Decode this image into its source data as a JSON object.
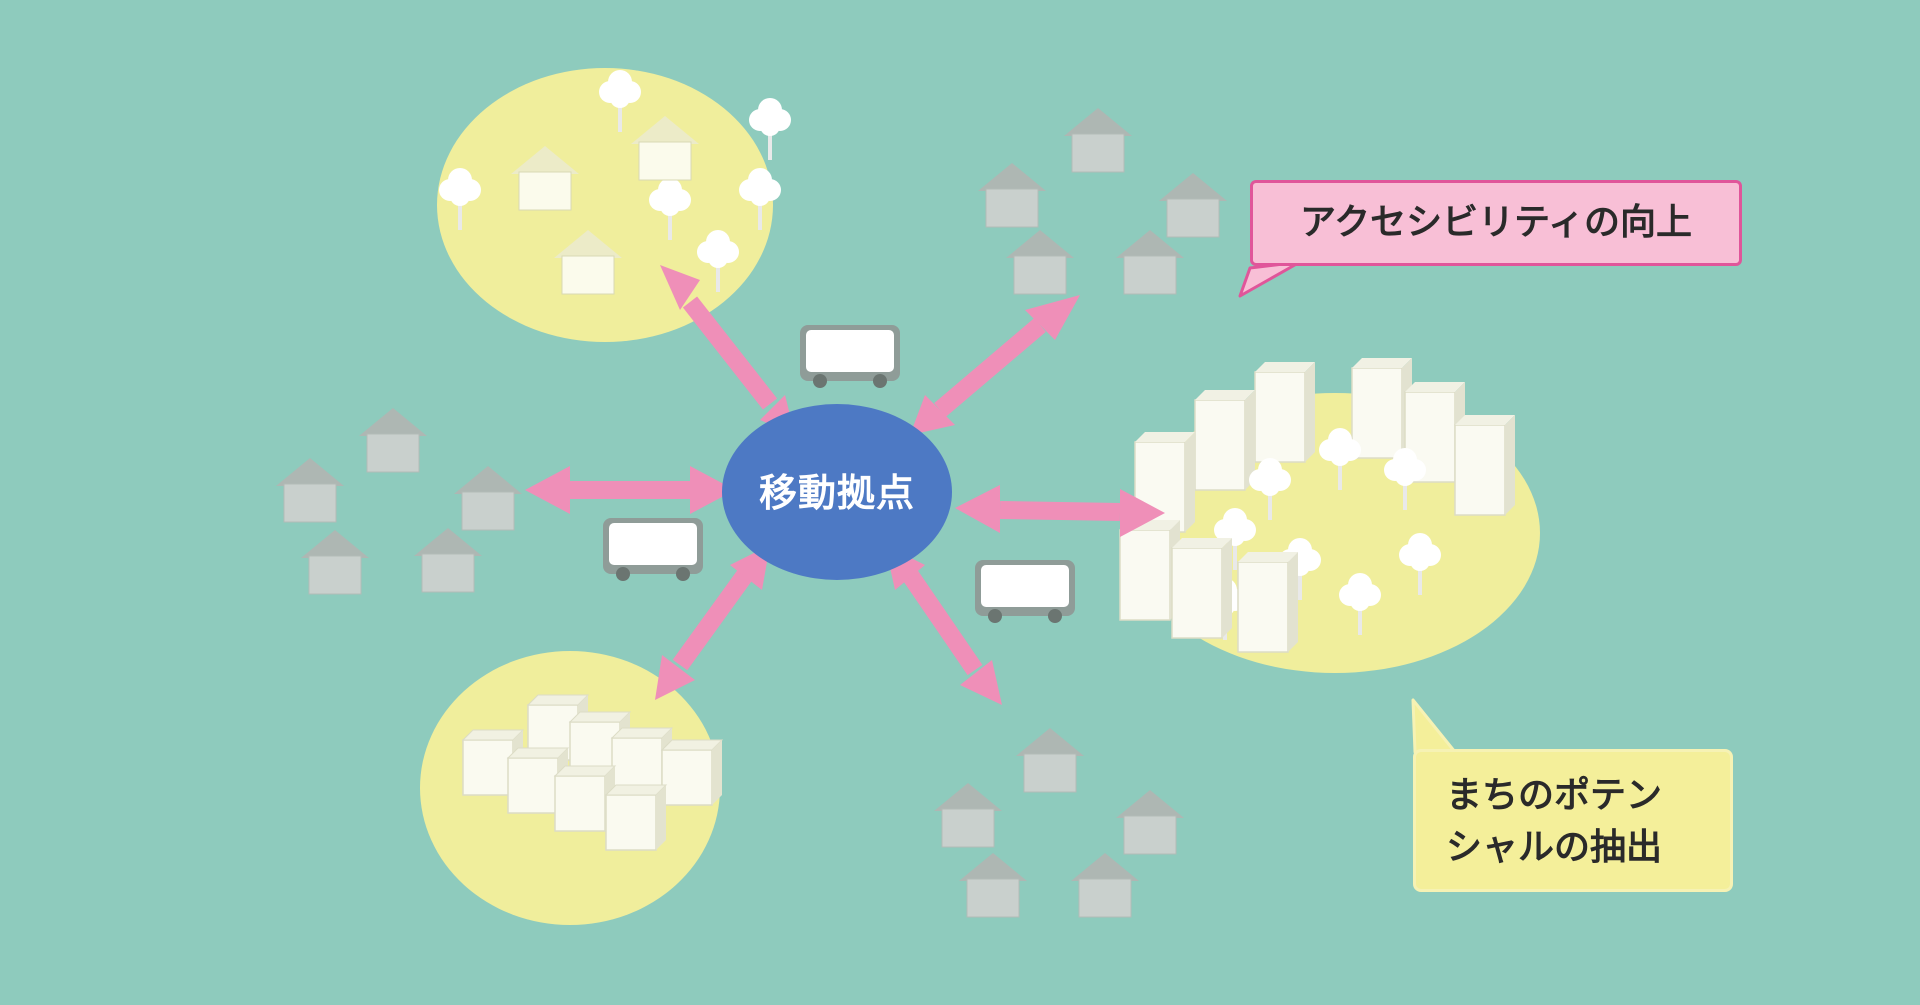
{
  "hub": {
    "label": "移動拠点"
  },
  "callouts": {
    "accessibility": "アクセシビリティの向上",
    "potential_line1": "まちのポテン",
    "potential_line2": "シャルの抽出"
  },
  "colors": {
    "background": "#8ecbbd",
    "hub": "#4d79c4",
    "arrow": "#ef8fb8",
    "zone": "#f0ee9c",
    "house_gray": "#c6cdca",
    "callout_pink": "#f8bfd6",
    "callout_pink_border": "#e0559a",
    "callout_yellow": "#f4ef9a"
  },
  "icons": [
    "house-icon",
    "tree-icon",
    "building-icon",
    "vehicle-icon",
    "double-arrow-icon"
  ]
}
